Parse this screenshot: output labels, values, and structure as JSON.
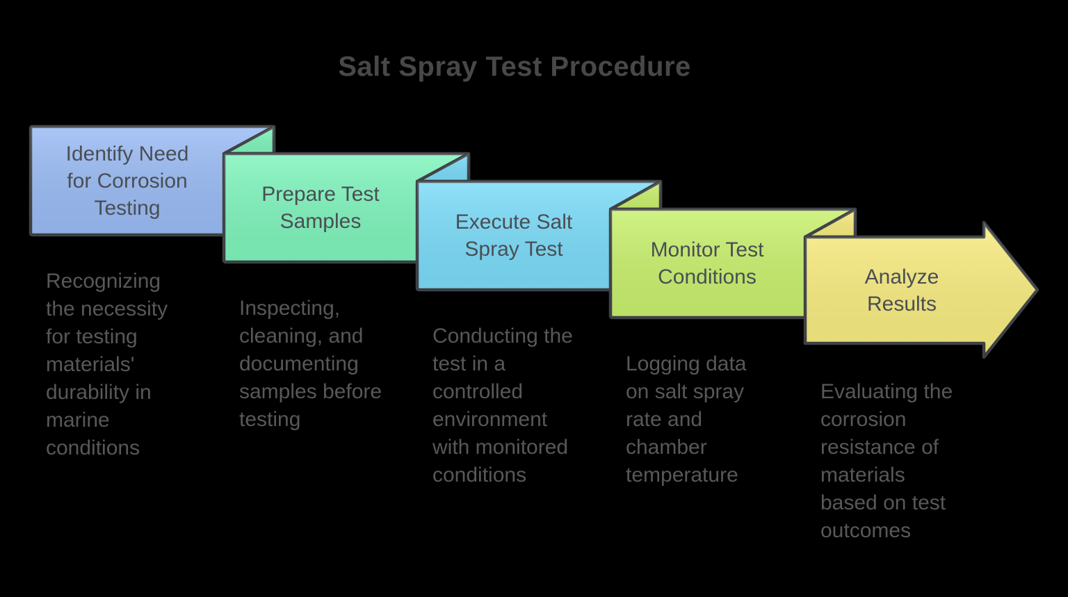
{
  "title": "Salt Spray Test Procedure",
  "colors": {
    "background": "#000000",
    "shape_border": "#3f4347",
    "title_text": "#484848",
    "label_text": "#4a4e54",
    "description_text": "#57585a"
  },
  "steps": [
    {
      "label": "Identify Need\nfor Corrosion\nTesting",
      "description": "Recognizing\nthe necessity\nfor testing\nmaterials'\ndurability in\nmarine\nconditions",
      "fill": "#9bbcf5"
    },
    {
      "label": "Prepare Test\nSamples",
      "description": "Inspecting,\ncleaning, and\ndocumenting\nsamples before\ntesting",
      "fill": "#80f5bd"
    },
    {
      "label": "Execute Salt\nSpray Test",
      "description": "Conducting the\ntest in a\ncontrolled\nenvironment\nwith monitored\nconditions",
      "fill": "#7cdcf9"
    },
    {
      "label": "Monitor Test\nConditions",
      "description": "Logging data\non salt spray\nrate and\nchamber\ntemperature",
      "fill": "#c9f16e"
    },
    {
      "label": "Analyze\nResults",
      "description": "Evaluating the\ncorrosion\nresistance of\nmaterials\nbased on test\noutcomes",
      "fill": "#f8ec80"
    }
  ]
}
